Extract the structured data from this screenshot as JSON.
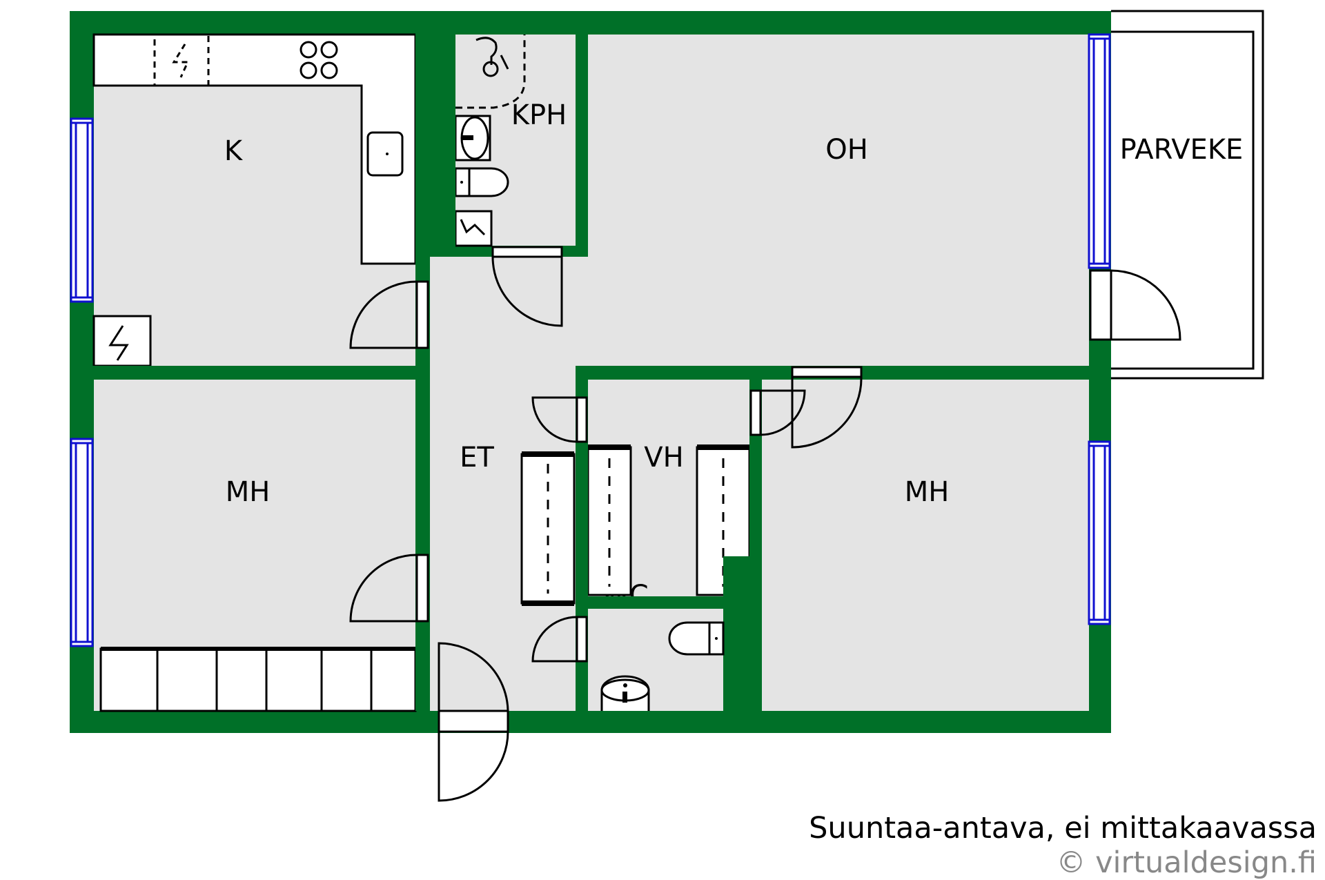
{
  "rooms": {
    "kitchen": "K",
    "bathroom": "KPH",
    "living_room": "OH",
    "balcony": "PARVEKE",
    "bedroom_left": "MH",
    "entrance_hall": "ET",
    "walk_in_closet": "VH",
    "toilet": "WC",
    "bedroom_right": "MH"
  },
  "footer": {
    "disclaimer": "Suuntaa-antava, ei mittakaavassa",
    "copyright": "© virtualdesign.fi"
  },
  "colors": {
    "wall": "#007028",
    "floor": "#e4e4e4",
    "window": "#1010d0",
    "outline": "#000000",
    "copyright_text": "#888888"
  }
}
